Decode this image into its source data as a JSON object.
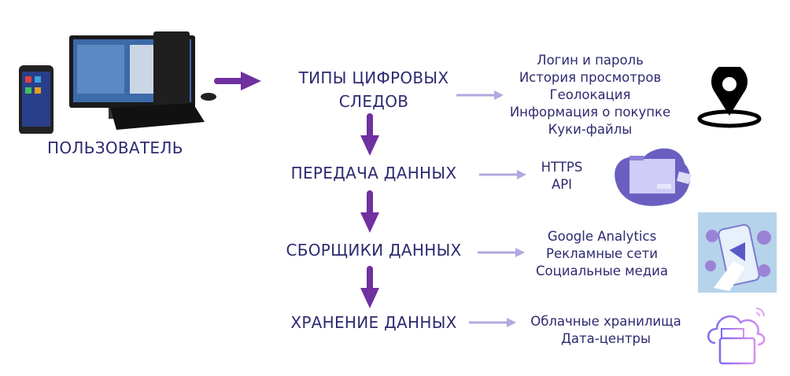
{
  "user": {
    "label": "ПОЛЬЗОВАТЕЛЬ"
  },
  "stages": [
    {
      "title_line1": "ТИПЫ ЦИФРОВЫХ",
      "title_line2": "СЛЕДОВ",
      "items": [
        "Логин и пароль",
        "История просмотров",
        "Геолокация",
        "Информация о покупке",
        "Куки-файлы"
      ],
      "icon": "map-pin-icon"
    },
    {
      "title_line1": "ПЕРЕДАЧА ДАННЫХ",
      "items": [
        "HTTPS",
        "API"
      ],
      "icon": "folder-icon"
    },
    {
      "title_line1": "СБОРЩИКИ ДАННЫХ",
      "items": [
        "Google Analytics",
        "Рекламные сети",
        "Социальные медиа"
      ],
      "icon": "social-media-phone-icon"
    },
    {
      "title_line1": "ХРАНЕНИЕ ДАННЫХ",
      "items": [
        "Облачные хранилища",
        "Дата-центры"
      ],
      "icon": "cloud-storage-icon"
    }
  ],
  "colors": {
    "text": "#2e2a70",
    "main_arrow": "#7030a0",
    "side_arrow": "#b4a7e0"
  }
}
